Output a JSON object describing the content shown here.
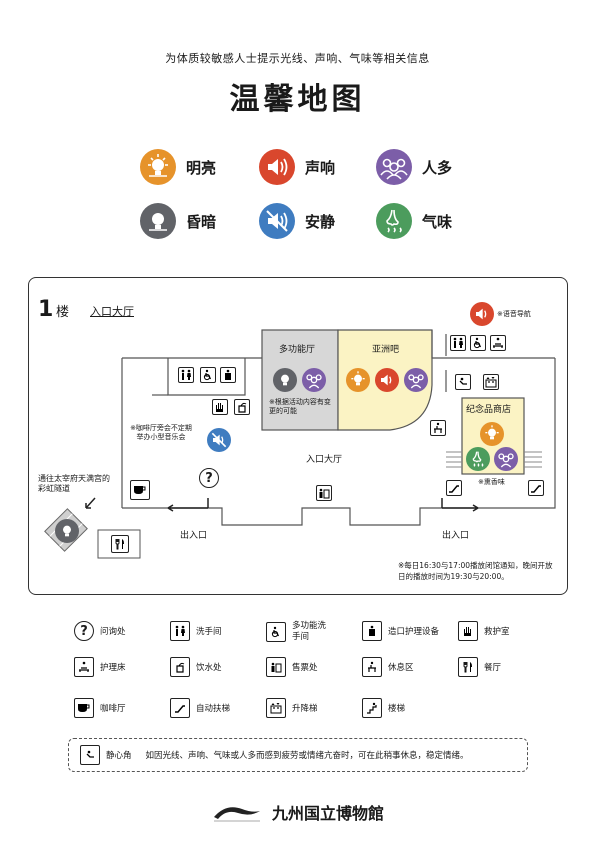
{
  "header": {
    "subtitle": "为体质较敏感人士提示光线、声响、气味等相关信息",
    "title": "温馨地图"
  },
  "legend": [
    {
      "label": "明亮",
      "icon": "bulb-bright-icon",
      "color": "#e6932b"
    },
    {
      "label": "声响",
      "icon": "speaker-icon",
      "color": "#d9472d"
    },
    {
      "label": "人多",
      "icon": "crowd-icon",
      "color": "#7c5ea8"
    },
    {
      "label": "昏暗",
      "icon": "bulb-dim-icon",
      "color": "#616368"
    },
    {
      "label": "安静",
      "icon": "speaker-muted-icon",
      "color": "#3f7cc0"
    },
    {
      "label": "气味",
      "icon": "nose-icon",
      "color": "#4c9c5d"
    }
  ],
  "map": {
    "floor_number": "1",
    "floor_unit": "楼",
    "floor_area": "入口大厅",
    "audio_guide": "※语音导航",
    "multi_hall": "多功能厅",
    "multi_hall_note": "※根据活动内容有变更的可能",
    "asia_bar": "亚洲吧",
    "gift_shop": "纪念品商店",
    "incense_note": "※熏香味",
    "cafe_note": "※咖啡厅旁会不定期举办小型音乐会",
    "hall": "入口大厅",
    "tunnel": "通往太宰府天满宫的彩虹隧道",
    "exit_left": "出入口",
    "exit_right": "出入口",
    "schedule_note": "※每日16:30与17:00播放闭馆通知，晚间开放日的播放时间为19:30与20:00。"
  },
  "key": [
    {
      "label": "问询处",
      "icon": "question-icon"
    },
    {
      "label": "洗手间",
      "icon": "restroom-icon"
    },
    {
      "label": "多功能洗手间",
      "icon": "accessible-restroom-icon"
    },
    {
      "label": "造口护理设备",
      "icon": "ostomy-icon"
    },
    {
      "label": "救护室",
      "icon": "first-aid-icon"
    },
    {
      "label": "护理床",
      "icon": "care-bed-icon"
    },
    {
      "label": "饮水处",
      "icon": "water-fountain-icon"
    },
    {
      "label": "售票处",
      "icon": "ticket-icon"
    },
    {
      "label": "休息区",
      "icon": "rest-area-icon"
    },
    {
      "label": "餐厅",
      "icon": "restaurant-icon"
    },
    {
      "label": "咖啡厅",
      "icon": "coffee-icon"
    },
    {
      "label": "自动扶梯",
      "icon": "escalator-icon"
    },
    {
      "label": "升降梯",
      "icon": "elevator-icon"
    },
    {
      "label": "楼梯",
      "icon": "stairs-icon"
    }
  ],
  "quiet_corner": {
    "label": "静心角",
    "description": "如因光线、声响、气味或人多而感到疲劳或情绪亢奋时，可在此稍事休息，稳定情绪。"
  },
  "footer": {
    "museum_name": "九州国立博物館"
  }
}
